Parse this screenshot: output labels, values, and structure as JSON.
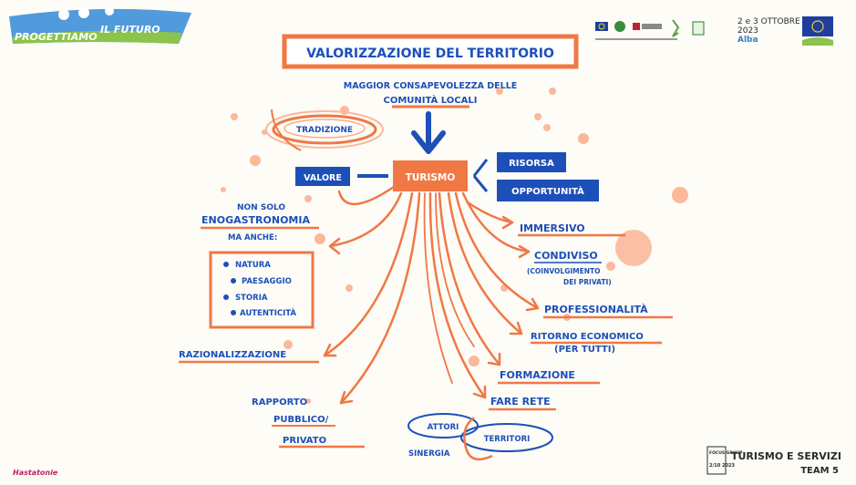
{
  "header": {
    "logo_text_1": "PROGETTIAMO",
    "logo_text_2": "IL FUTURO",
    "event_date": "2 e 3 OTTOBRE",
    "event_year": "2023",
    "event_city": "Alba"
  },
  "title": "VALORIZZAZIONE DEL TERRITORIO",
  "subtitle_line1": "MAGGIOR CONSAPEVOLEZZA DELLE",
  "subtitle_line2": "COMUNITÀ LOCALI",
  "center": "TURISMO",
  "tradizione": "TRADIZIONE",
  "valore": "VALORE",
  "risorsa": "RISORSA",
  "opportunita": "OPPORTUNITÀ",
  "enogastro": {
    "line1": "NON SOLO",
    "line2": "ENOGASTRONOMIA",
    "line3": "MA ANCHE:"
  },
  "bullets": [
    "NATURA",
    "PAESAGGIO",
    "STORIA",
    "AUTENTICITÀ"
  ],
  "right_items": {
    "immersivo": "IMMERSIVO",
    "condiviso": "CONDIVISO",
    "condiviso_note1": "(COINVOLGIMENTO",
    "condiviso_note2": "DEI PRIVATI)",
    "professionalita": "PROFESSIONALITÀ",
    "ritorno1": "RITORNO ECONOMICO",
    "ritorno2": "(PER TUTTI)",
    "formazione": "FORMAZIONE",
    "fare_rete": "FARE RETE"
  },
  "left_items": {
    "razionalizzazione": "RAZIONALIZZAZIONE",
    "rapporto1": "RAPPORTO",
    "rapporto2": "PUBBLICO/",
    "rapporto3": "PRIVATO"
  },
  "network": {
    "attori": "ATTORI",
    "territori": "TERRITORI",
    "sinergia": "SINERGIA"
  },
  "footer": {
    "focus_group": "FOCUS GROUP",
    "focus_date": "2/10 2023",
    "topic": "TURISMO E SERVIZI",
    "team": "TEAM 5",
    "signature": "Hastatonie"
  },
  "colors": {
    "blue": "#1d4fb8",
    "orange": "#f07845",
    "peach": "#fbb89a"
  }
}
